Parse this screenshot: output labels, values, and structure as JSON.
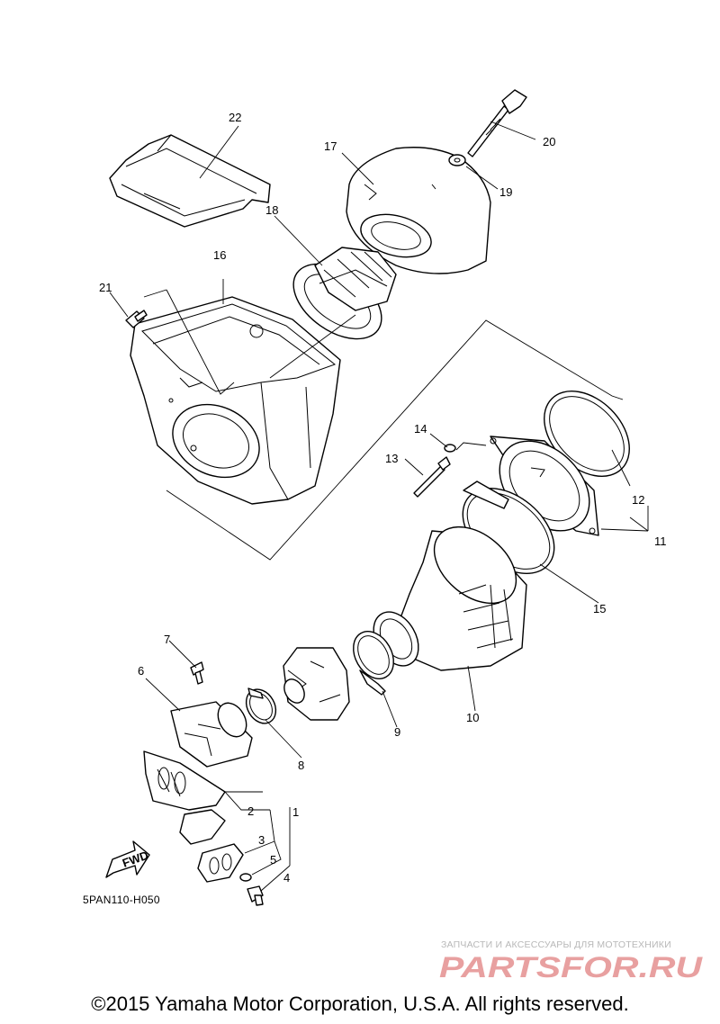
{
  "callouts": [
    {
      "n": "1"
    },
    {
      "n": "2"
    },
    {
      "n": "3"
    },
    {
      "n": "4"
    },
    {
      "n": "5"
    },
    {
      "n": "6"
    },
    {
      "n": "7"
    },
    {
      "n": "8"
    },
    {
      "n": "9"
    },
    {
      "n": "10"
    },
    {
      "n": "11"
    },
    {
      "n": "12"
    },
    {
      "n": "13"
    },
    {
      "n": "14"
    },
    {
      "n": "15"
    },
    {
      "n": "16"
    },
    {
      "n": "17"
    },
    {
      "n": "18"
    },
    {
      "n": "19"
    },
    {
      "n": "20"
    },
    {
      "n": "21"
    },
    {
      "n": "22"
    }
  ],
  "fwd_label": "FWD",
  "diagram_code": "5PAN110-H050",
  "watermark": {
    "caption": "ЗАПЧАСТИ И АКСЕССУАРЫ ДЛЯ МОТОТЕХНИКИ",
    "logo_text": "PARTSFOR.RU",
    "color": "#e8a0a0"
  },
  "copyright": "©2015 Yamaha Motor Corporation, U.S.A. All rights reserved."
}
